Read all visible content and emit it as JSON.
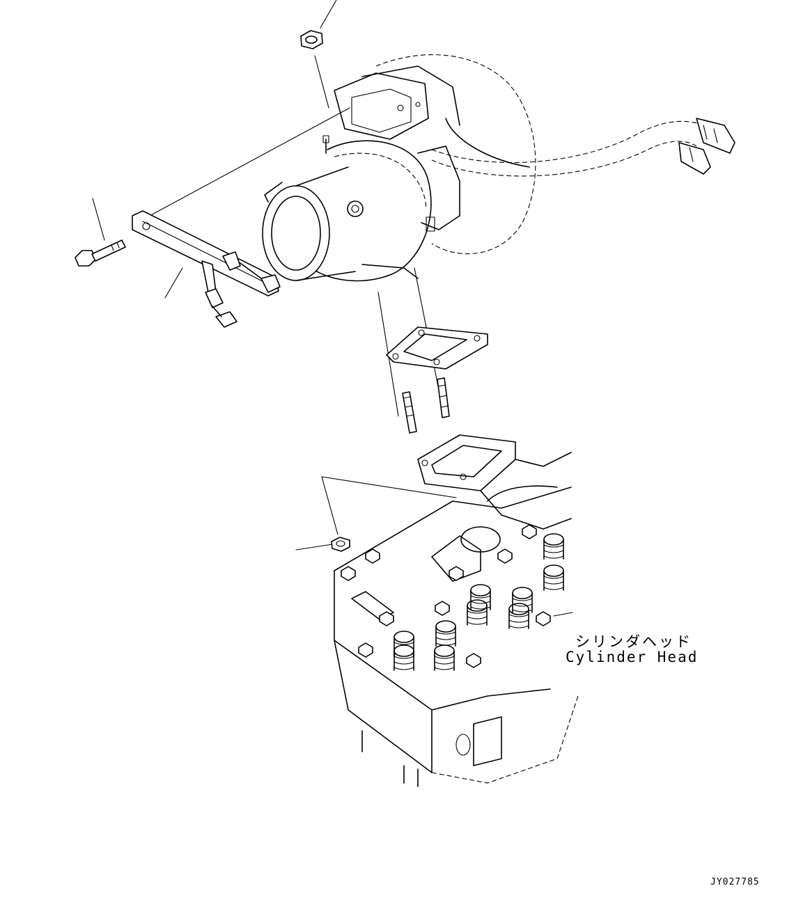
{
  "callout": {
    "cylinder_head_jp": "シリンダヘッド",
    "cylinder_head_en": "Cylinder Head"
  },
  "drawing_number": "JY027785"
}
